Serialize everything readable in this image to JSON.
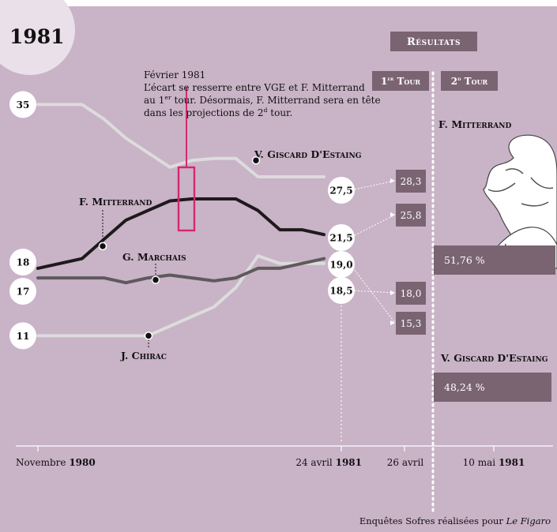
{
  "year": "1981",
  "annotation": {
    "title": "Février 1981",
    "lines": [
      {
        "pre": "L’écart se resserre entre VGE et F. Mitterrand",
        "sup": "",
        "post": ""
      },
      {
        "pre": "au 1",
        "sup": "er",
        "post": " tour. Désormais, F. Mitterrand sera en tête"
      },
      {
        "pre": "dans les projections de 2",
        "sup": "d",
        "post": " tour."
      }
    ]
  },
  "results": {
    "header": "Résultats",
    "round1": {
      "pre": "1",
      "sup": "er",
      "post": " Tour"
    },
    "round2": {
      "pre": "2",
      "sup": "d",
      "post": " Tour"
    }
  },
  "axis": {
    "start": {
      "pre": "Novembre ",
      "bold": "1980"
    },
    "mid": {
      "pre": "24 avril ",
      "bold": "1981"
    },
    "r1": {
      "pre": "26 avril",
      "bold": ""
    },
    "r2": {
      "pre": "10 mai ",
      "bold": "1981"
    }
  },
  "source": {
    "pre": "Enquêtes Sofres réalisées pour ",
    "italic": "Le Figaro"
  },
  "colors": {
    "background": "#c9b3c7",
    "box": "#7a6472",
    "mitterrand": "#1e1a1c",
    "giscard": "#dcdcdc",
    "chirac": "#dcdcdc",
    "marchais": "#5e5a5c",
    "highlight": "#d4286e"
  },
  "chart_data": {
    "type": "line",
    "title": "",
    "xlabel": "",
    "ylabel": "",
    "ylim": [
      8,
      37
    ],
    "x": [
      "Nov 1980",
      "",
      "",
      "",
      "",
      "Fév 1981",
      "",
      "",
      "",
      "",
      "",
      "",
      "",
      "24 avril 1981"
    ],
    "series": [
      {
        "name": "V. Giscard D'Estaing",
        "values": [
          35,
          35,
          35,
          33.5,
          31.5,
          30,
          28.5,
          29.2,
          29.4,
          29.4,
          27.5,
          27.5,
          27.5,
          27.5
        ],
        "start_label": "35",
        "end_label": "27,5",
        "first_round": "28,3",
        "second_round": "48,24 %"
      },
      {
        "name": "F. Mitterrand",
        "values": [
          18,
          18.5,
          19,
          21,
          23,
          24,
          25,
          25.2,
          25.2,
          25.2,
          24,
          22,
          22,
          21.5
        ],
        "start_label": "18",
        "end_label": "21,5",
        "first_round": "25,8",
        "second_round": "51,76 %"
      },
      {
        "name": "G. Marchais",
        "values": [
          17,
          17,
          17,
          17,
          16.5,
          17,
          17.3,
          17,
          16.7,
          17,
          18,
          18,
          18.5,
          19
        ],
        "start_label": "17",
        "end_label": "19,0",
        "first_round": "15,3"
      },
      {
        "name": "J. Chirac",
        "values": [
          11,
          11,
          11,
          11,
          11,
          11,
          12,
          13,
          14,
          16,
          19.3,
          18.5,
          18.5,
          18.5
        ],
        "start_label": "11",
        "end_label": "18,5",
        "first_round": "18,0"
      }
    ]
  }
}
